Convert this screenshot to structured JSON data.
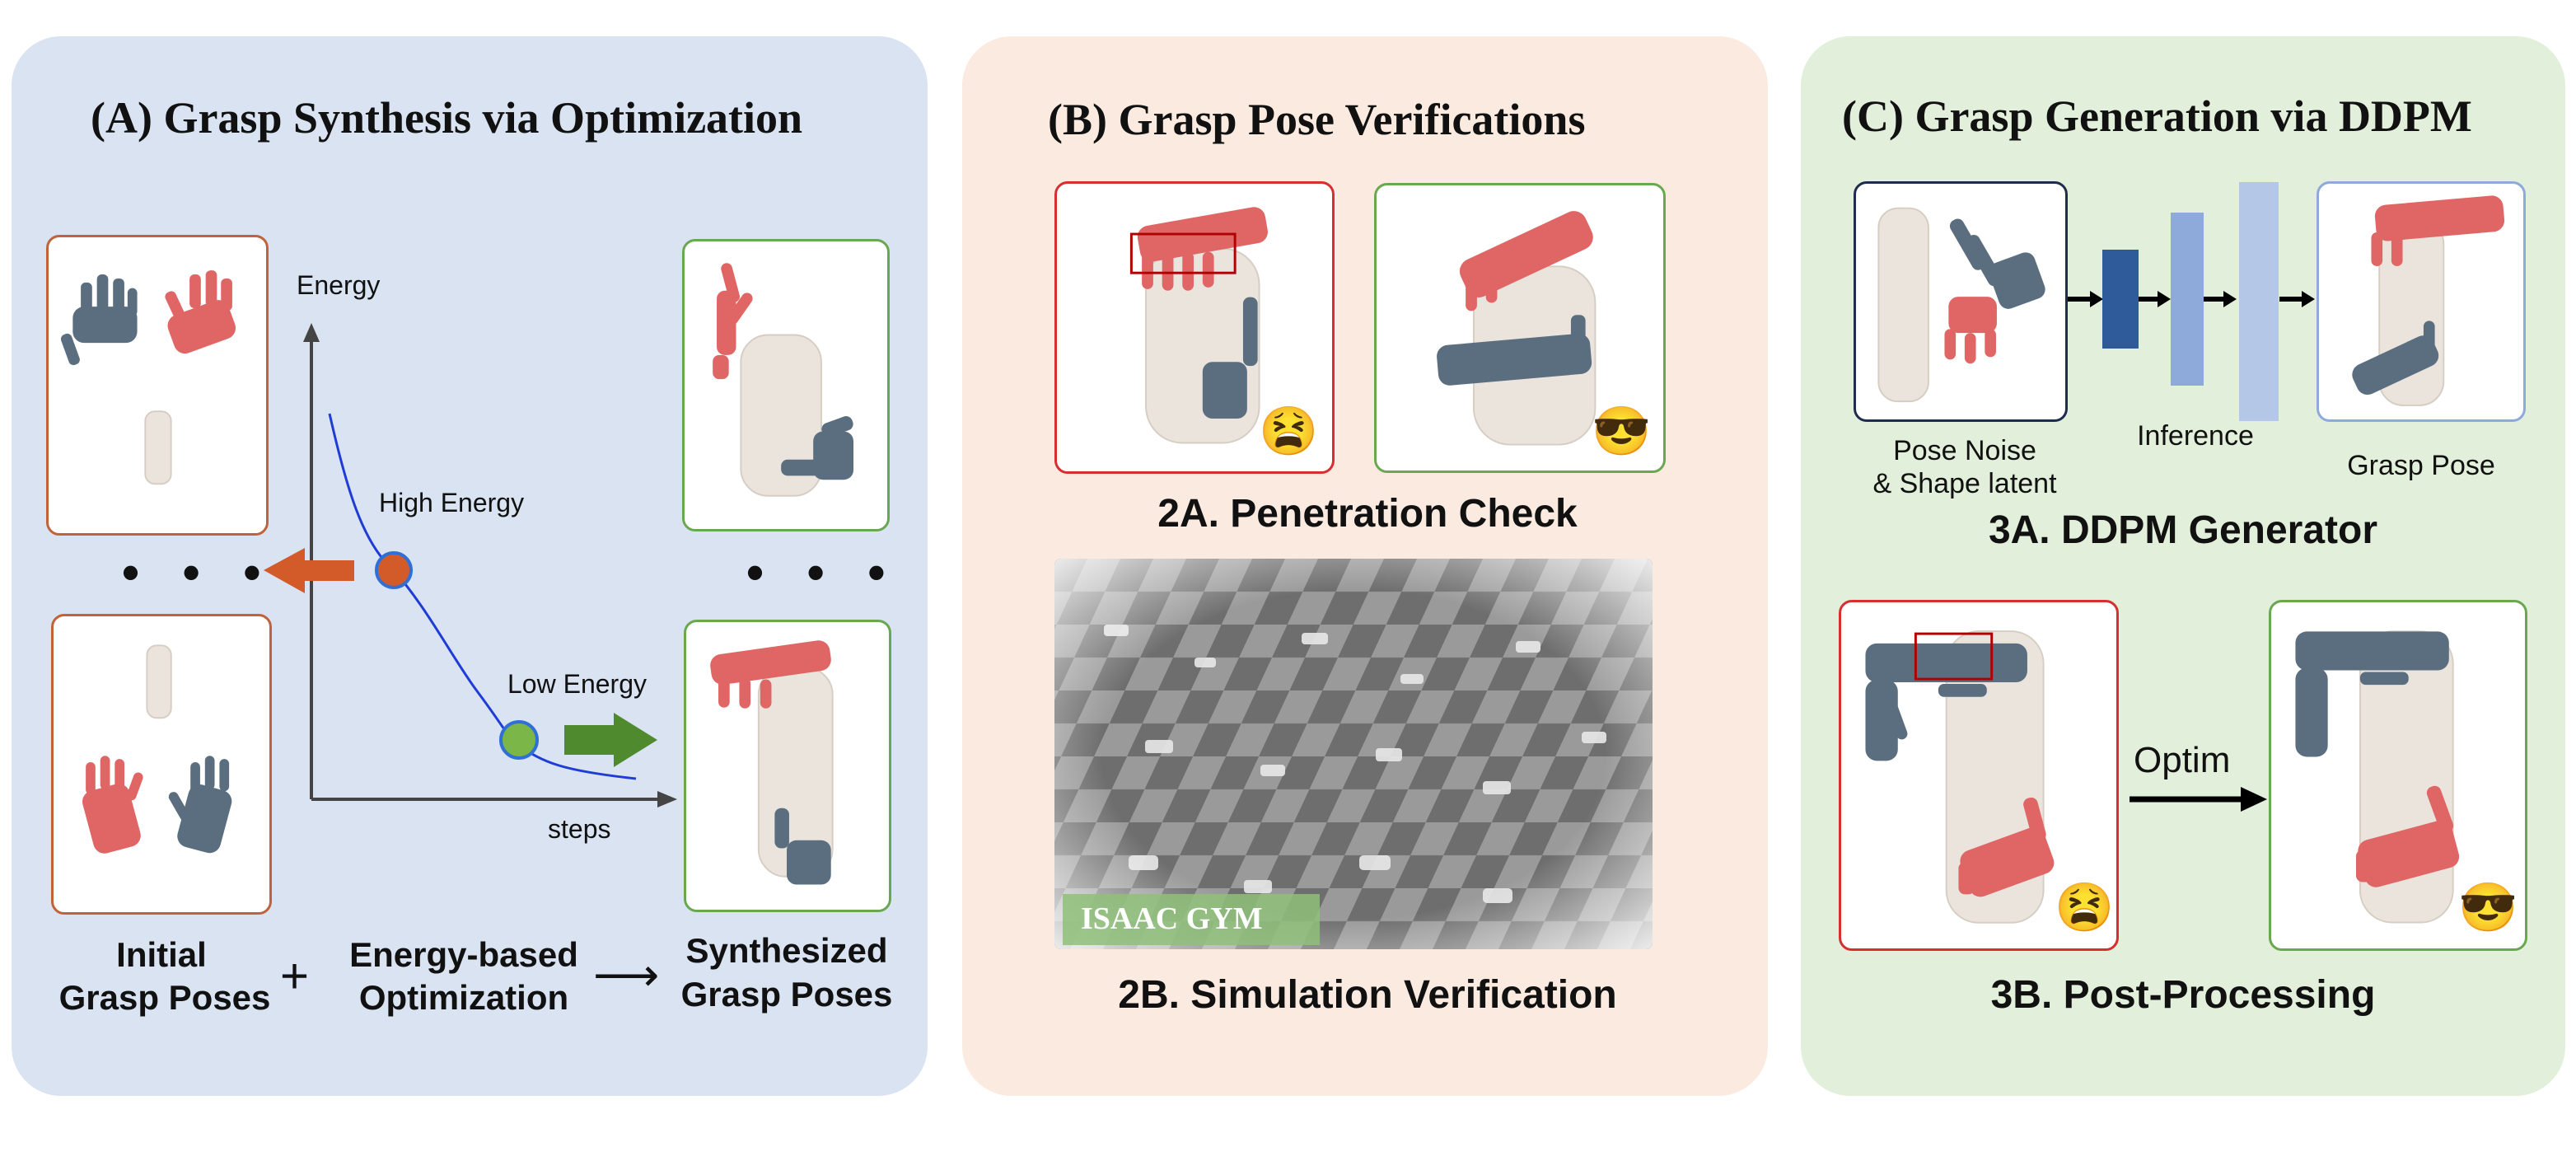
{
  "panel_a": {
    "title": "(A) Grasp Synthesis via Optimization",
    "energy_axis_label": "Energy",
    "steps_axis_label": "steps",
    "high_energy_label": "High Energy",
    "low_energy_label": "Low Energy",
    "ellipsis": "• • •",
    "initial_label_line1": "Initial",
    "initial_label_line2": "Grasp Poses",
    "plus": "+",
    "optim_label_line1": "Energy-based",
    "optim_label_line2": "Optimization",
    "arrow": "⟶",
    "synth_label_line1": "Synthesized",
    "synth_label_line2": "Grasp Poses"
  },
  "panel_b": {
    "title": "(B) Grasp Pose Verifications",
    "penetration_label": "2A. Penetration Check",
    "sim_label": "2B. Simulation Verification",
    "isaac_label": "ISAAC GYM",
    "bad_emoji": "😫",
    "good_emoji": "😎"
  },
  "panel_c": {
    "title": "(C) Grasp Generation via DDPM",
    "noise_label_line1": "Pose Noise",
    "noise_label_line2": "& Shape latent",
    "inference_label": "Inference",
    "grasp_pose_label": "Grasp Pose",
    "ddpm_label": "3A. DDPM Generator",
    "optim_label": "Optim",
    "post_label": "3B. Post-Processing",
    "bad_emoji": "😫",
    "good_emoji": "😎"
  },
  "colors": {
    "panel_a_bg": "#d9e3f1",
    "panel_b_bg": "#fbeadf",
    "panel_c_bg": "#e2efda",
    "red_hand": "#e06666",
    "gray_hand": "#5b6e80",
    "orange_border": "#c0633a",
    "green_border": "#6aa84f",
    "red_border": "#d62f2f",
    "navy_border": "#1f2d4d",
    "blue_border": "#8ea9db"
  }
}
